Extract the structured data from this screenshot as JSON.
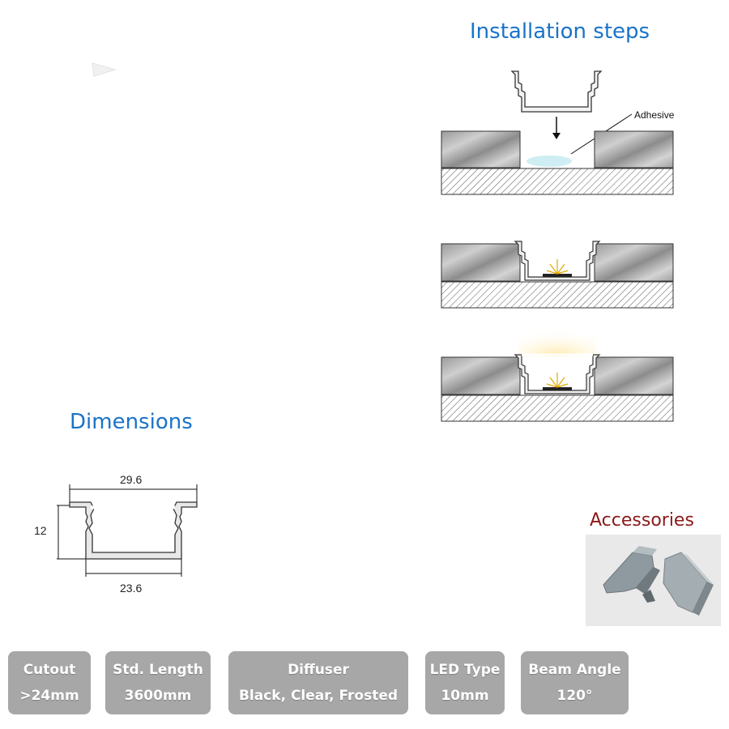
{
  "installation": {
    "title": "Installation steps",
    "adhesive_label": "Adhesive"
  },
  "dimensions": {
    "title": "Dimensions",
    "top_width": "29.6",
    "bottom_width": "23.6",
    "height": "12"
  },
  "accessories": {
    "title": "Accessories"
  },
  "specs": [
    {
      "label": "Cutout",
      "value": ">24mm"
    },
    {
      "label": "Std. Length",
      "value": "3600mm"
    },
    {
      "label": "Diffuser",
      "value": "Black, Clear, Frosted"
    },
    {
      "label": "LED Type",
      "value": "10mm"
    },
    {
      "label": "Beam Angle",
      "value": "120°"
    }
  ],
  "colors": {
    "heading_blue": "#1a73c8",
    "accessories_red": "#8b1a1a",
    "spec_box": "#a7a7a7"
  }
}
